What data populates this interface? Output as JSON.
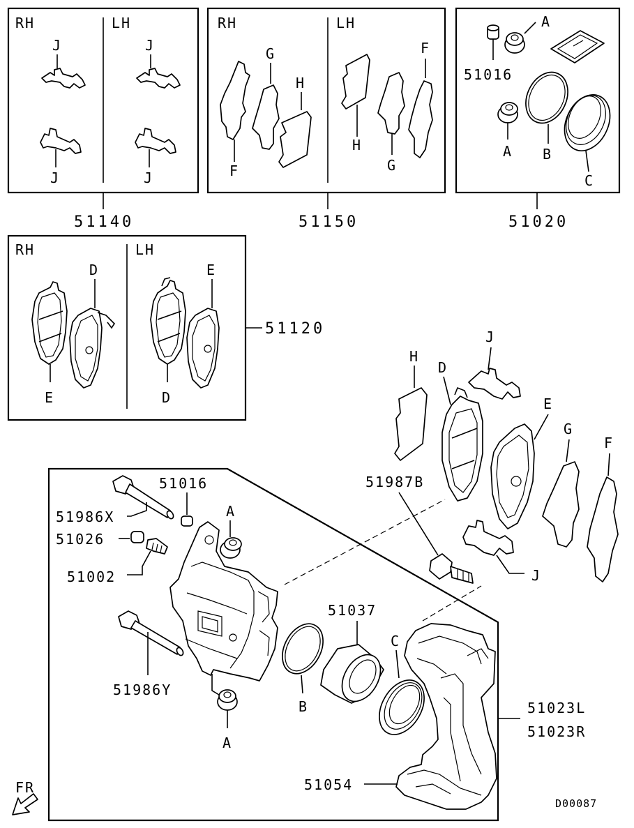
{
  "side_labels": {
    "right": "RH",
    "left": "LH"
  },
  "part_numbers": {
    "p51140": "51140",
    "p51150": "51150",
    "p51020": "51020",
    "p51120": "51120",
    "p51016": "51016",
    "p51986x": "51986X",
    "p51026": "51026",
    "p51002": "51002",
    "p51986y": "51986Y",
    "p51037": "51037",
    "p51987b": "51987B",
    "p51023l": "51023L",
    "p51023r": "51023R",
    "p51054": "51054"
  },
  "letters": {
    "A": "A",
    "B": "B",
    "C": "C",
    "D": "D",
    "E": "E",
    "F": "F",
    "G": "G",
    "H": "H",
    "J": "J"
  },
  "direction_label": "FR",
  "diagram_code": "D00087"
}
